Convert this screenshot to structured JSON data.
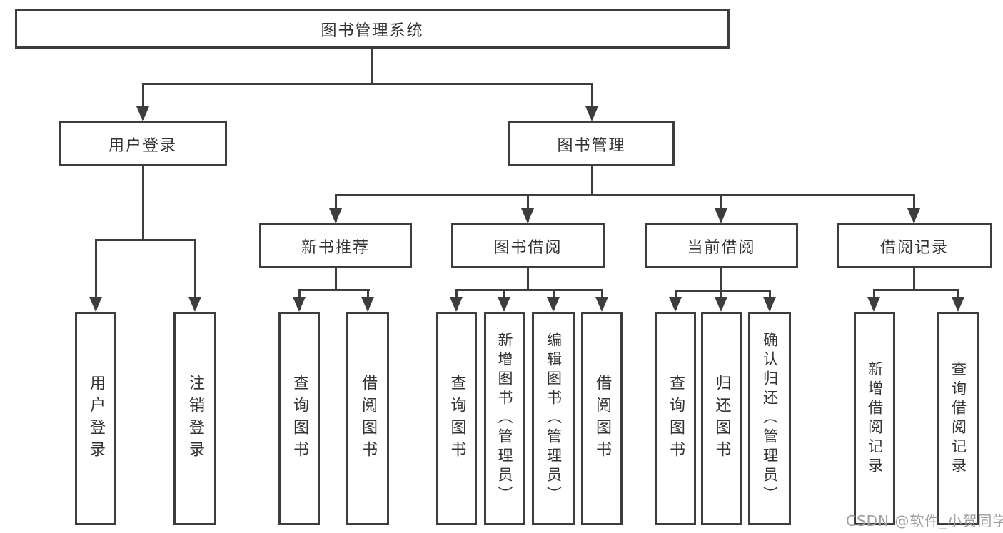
{
  "diagram": {
    "type": "hierarchy-tree",
    "root_label": "图书管理系统",
    "branches": [
      {
        "label": "用户登录",
        "children": [
          "用户登录",
          "注销登录"
        ]
      },
      {
        "label": "图书管理",
        "sections": [
          {
            "label": "新书推荐",
            "children": [
              "查询图书",
              "借阅图书"
            ]
          },
          {
            "label": "图书借阅",
            "children": [
              "查询图书",
              "新增图书（管理员）",
              "编辑图书（管理员）",
              "借阅图书"
            ]
          },
          {
            "label": "当前借阅",
            "children": [
              "查询图书",
              "归还图书",
              "确认归还（管理员）"
            ]
          },
          {
            "label": "借阅记录",
            "children": [
              "新增借阅记录",
              "查询借阅记录"
            ]
          }
        ]
      }
    ]
  },
  "watermark": {
    "text": "CSDN @软件_小贺同学"
  },
  "colors": {
    "line": "#3d3d3d",
    "box_border": "#3d3d3d",
    "text": "#333333",
    "watermark": "#9f9f9f",
    "background": "#ffffff"
  }
}
